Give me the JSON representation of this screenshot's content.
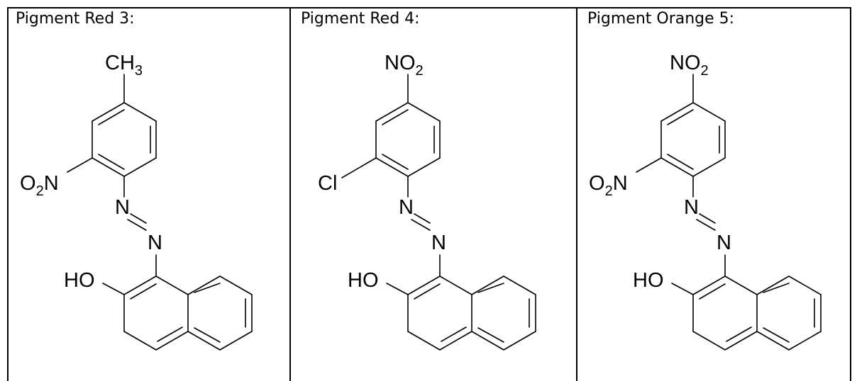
{
  "table": {
    "cells": [
      {
        "title": "Pigment Red 3:",
        "top_group": {
          "main": "CH",
          "sub": "3"
        },
        "side_group": {
          "pre": "O",
          "sub": "2",
          "post": "N"
        },
        "azo_n1": "N",
        "azo_n2": "N",
        "hydroxyl": "HO"
      },
      {
        "title": "Pigment Red 4:",
        "top_group": {
          "main": "NO",
          "sub": "2"
        },
        "side_group": {
          "pre": "Cl",
          "sub": "",
          "post": ""
        },
        "azo_n1": "N",
        "azo_n2": "N",
        "hydroxyl": "HO"
      },
      {
        "title": "Pigment Orange 5:",
        "top_group": {
          "main": "NO",
          "sub": "2"
        },
        "side_group": {
          "pre": "O",
          "sub": "2",
          "post": "N"
        },
        "azo_n1": "N",
        "azo_n2": "N",
        "hydroxyl": "HO"
      }
    ]
  }
}
